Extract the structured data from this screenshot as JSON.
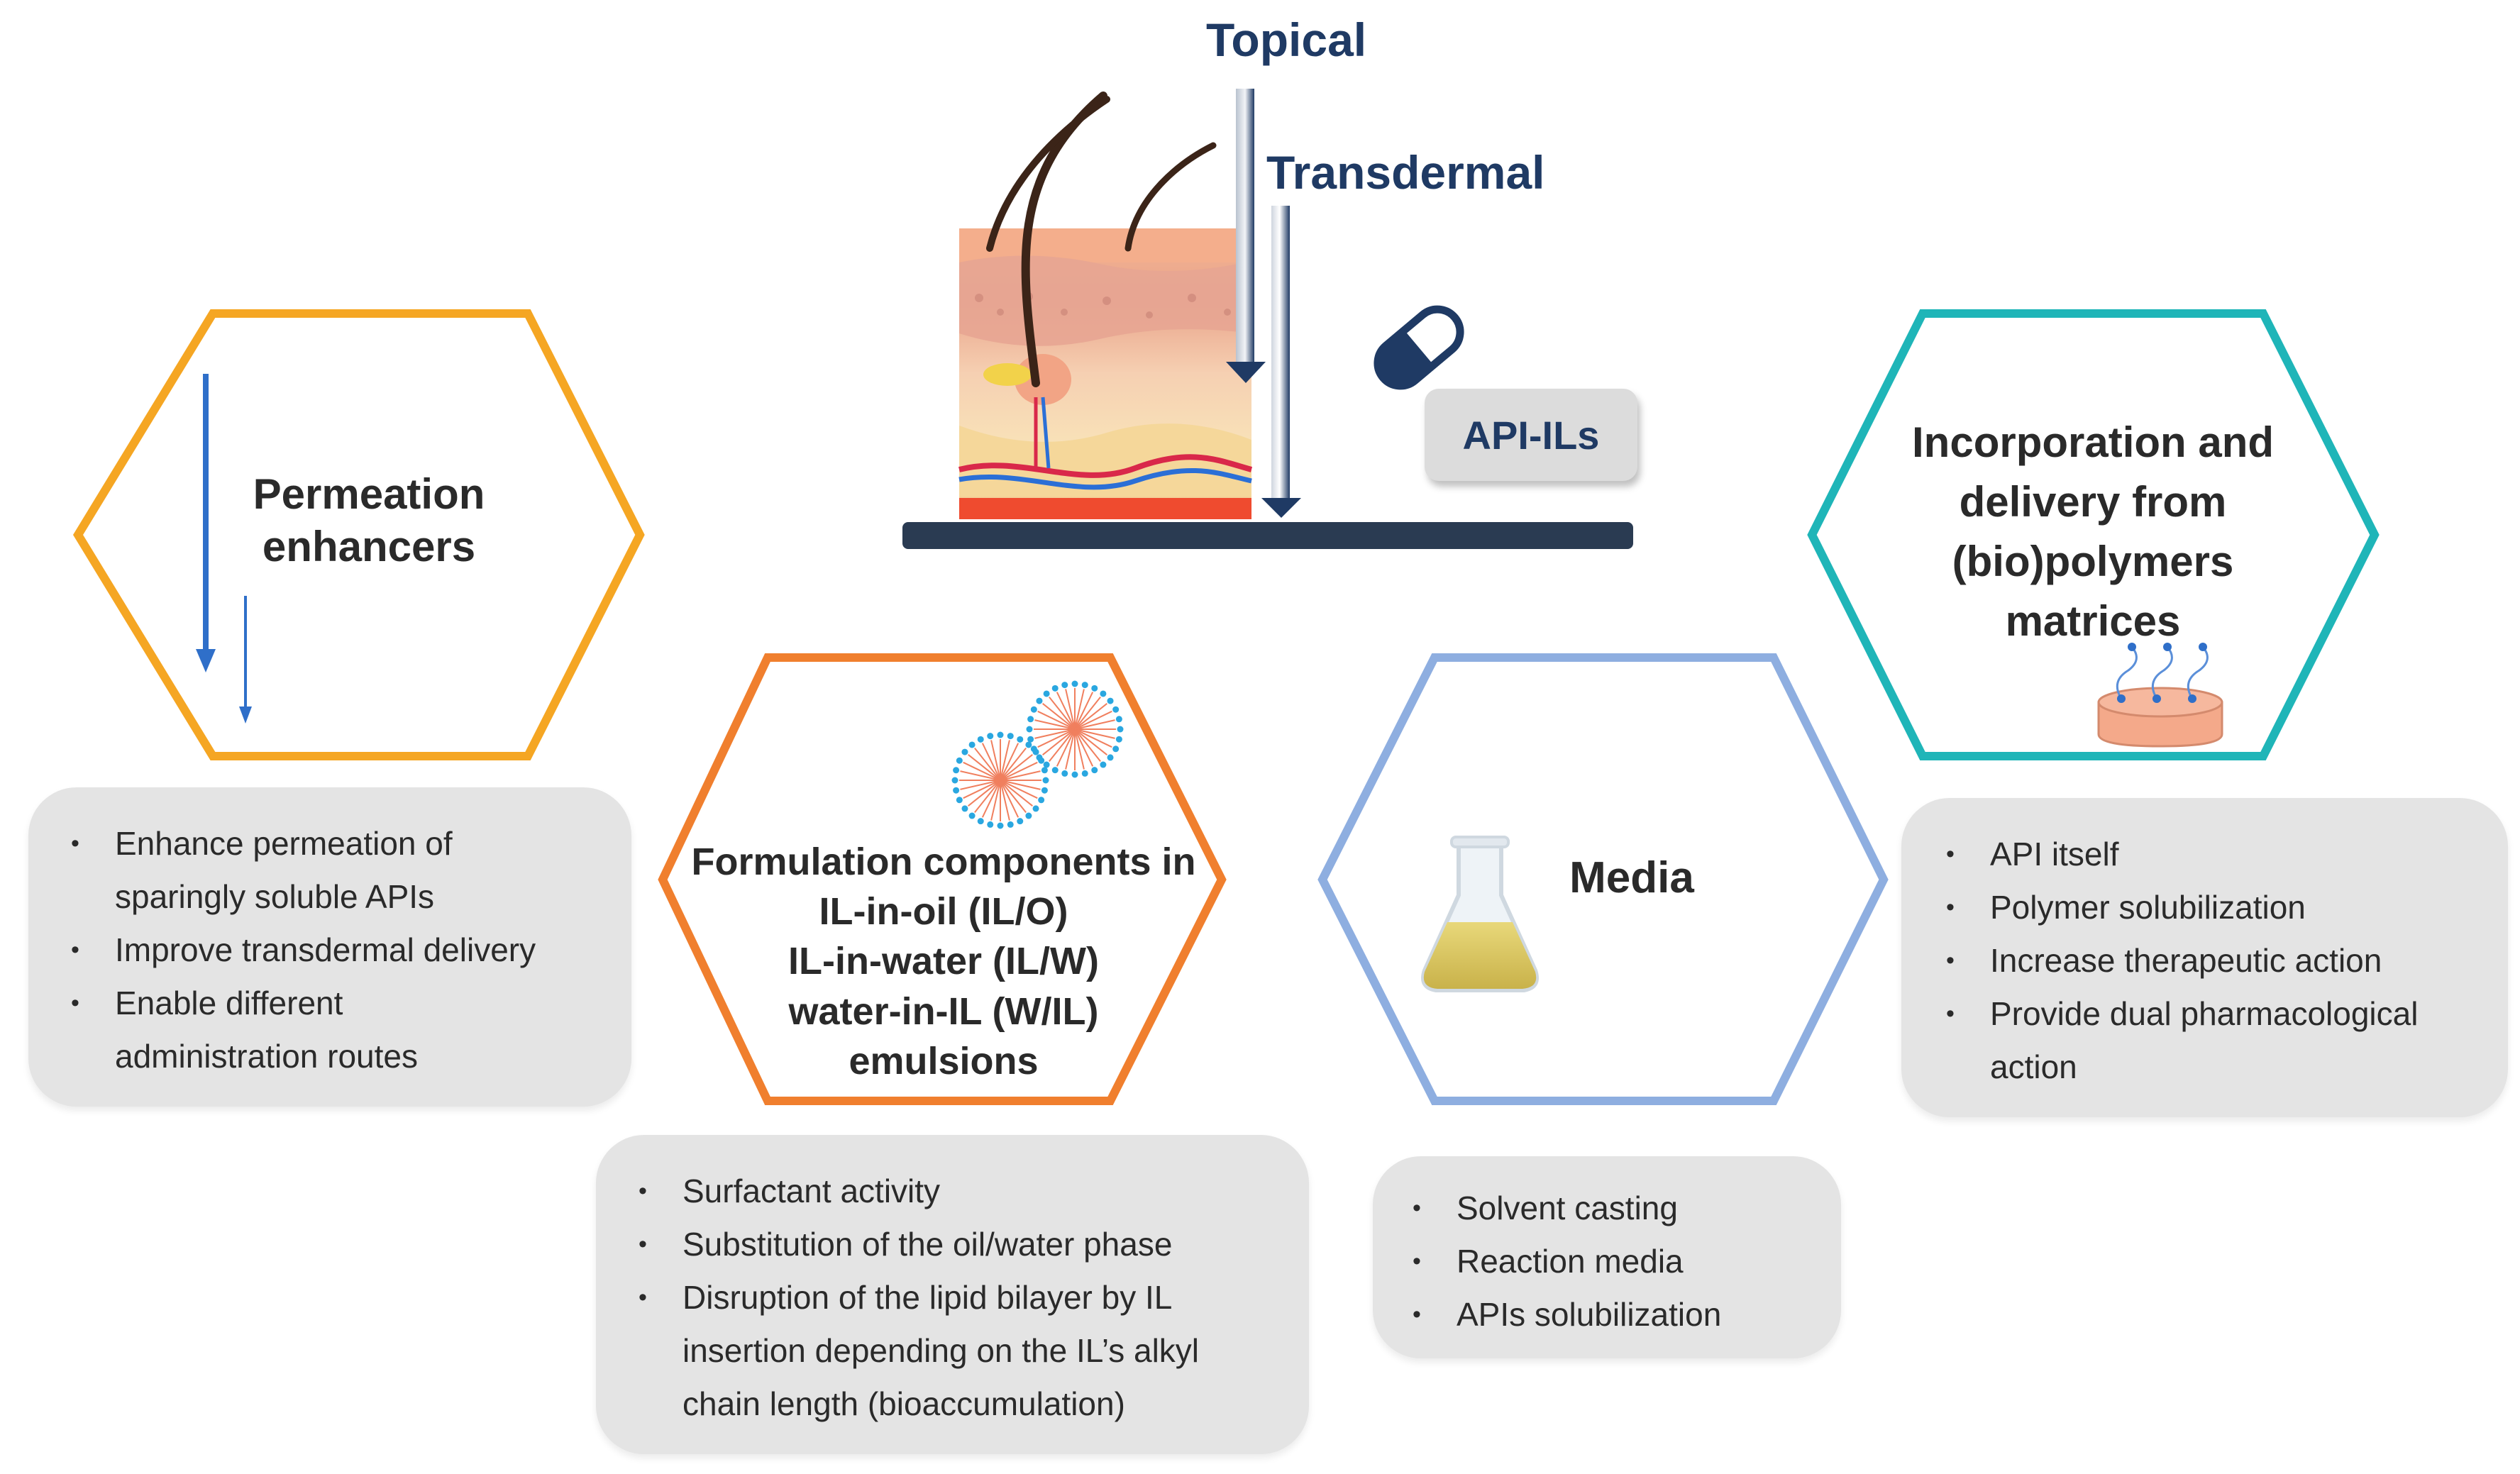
{
  "header": {
    "topical": "Topical",
    "transdermal": "Transdermal",
    "api_ils": "API-ILs"
  },
  "colors": {
    "permeation": "#f5a623",
    "formulation": "#f07f2e",
    "media": "#8eaee0",
    "incorporation": "#1fb5b8",
    "navy": "#1f3a64",
    "arrow_blue": "#2f6fc9",
    "panel_bg": "#e4e4e4"
  },
  "icons": {
    "skin": "skin-cross-section-icon",
    "capsule": "capsule-icon",
    "micelles": "micelle-icon",
    "flask": "erlenmeyer-flask-icon",
    "polymer": "polymer-disc-icon"
  },
  "hexagons": {
    "permeation": {
      "lines": [
        "Permeation",
        "enhancers"
      ]
    },
    "formulation": {
      "lines": [
        "Formulation components in",
        "IL-in-oil (IL/O)",
        "IL-in-water (IL/W)",
        "water-in-IL (W/IL)",
        "emulsions"
      ]
    },
    "media": {
      "lines": [
        "Media"
      ]
    },
    "incorporation": {
      "lines": [
        "Incorporation and",
        "delivery from",
        "(bio)polymers",
        "matrices"
      ]
    }
  },
  "bullet_char": "•",
  "panels": {
    "permeation": [
      "Enhance permeation of",
      "sparingly soluble APIs",
      "Improve transdermal delivery",
      "Enable different",
      "administration routes"
    ],
    "formulation": [
      "Surfactant activity",
      "Substitution of the oil/water phase",
      "Disruption of the lipid bilayer by IL",
      "insertion depending on the IL’s alkyl",
      "chain length (bioaccumulation)"
    ],
    "media": [
      "Solvent casting",
      "Reaction media",
      "APIs solubilization"
    ],
    "incorporation": [
      "API itself",
      "Polymer solubilization",
      "Increase therapeutic action",
      "Provide dual pharmacological",
      "action"
    ]
  }
}
